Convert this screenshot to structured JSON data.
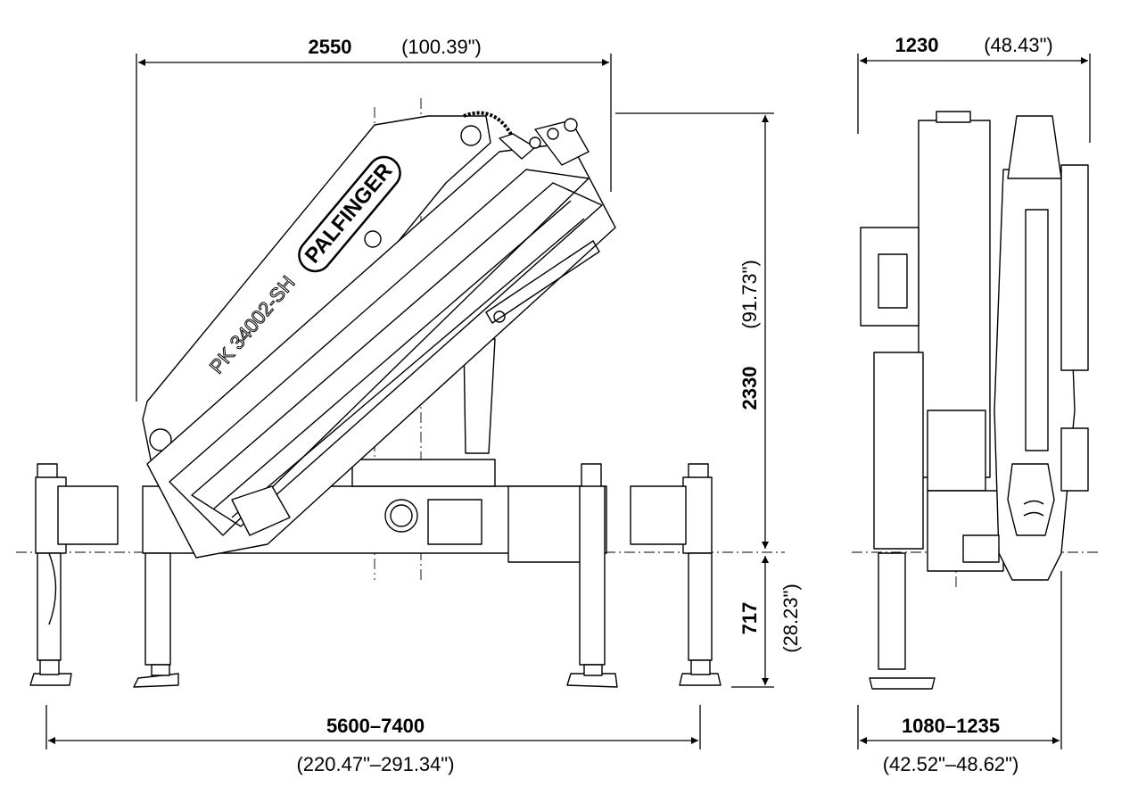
{
  "brand": {
    "logo_text": "PALFINGER",
    "model": "PK 34002-SH"
  },
  "dimensions": {
    "side_width": {
      "mm": "2550",
      "in": "(100.39\")"
    },
    "side_height": {
      "mm": "2330",
      "in": "(91.73\")"
    },
    "below_height": {
      "mm": "717",
      "in": "(28.23\")"
    },
    "outrigger_span": {
      "mm": "5600–7400",
      "in": "(220.47\"–291.34\")"
    },
    "front_width": {
      "mm": "1230",
      "in": "(48.43\")"
    },
    "front_base": {
      "mm": "1080–1235",
      "in": "(42.52\"–48.62\")"
    }
  },
  "colors": {
    "line": "#000000",
    "background": "#ffffff"
  }
}
